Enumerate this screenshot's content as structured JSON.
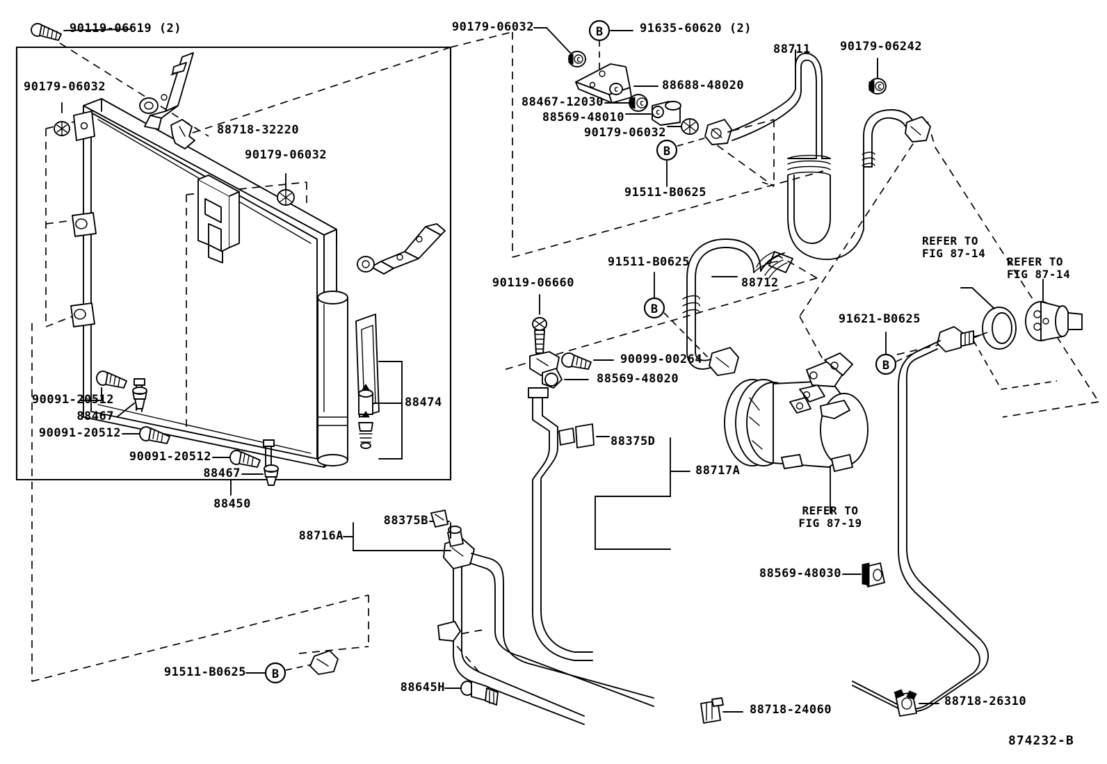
{
  "diagram": {
    "id": "874232-B",
    "title": "Toyota A/C Cooler Piping Parts Diagram",
    "sheet_code": "874232-B"
  },
  "labels": {
    "screw_top_left": "90119-06619 (2)",
    "nut_left_upper": "90179-06032",
    "clip_condenser": "88718-32220",
    "nut_center_upper": "90179-06032",
    "bolt_left_a": "90091-20512",
    "grommet_left_a": "88467",
    "bolt_left_b": "90091-20512",
    "bolt_left_c": "90091-20512",
    "grommet_left_b": "88467",
    "condenser": "88450",
    "drier_cap": "88474",
    "nut_top_right_group": "90179-06032",
    "bolt_b_top": "91635-60620 (2)",
    "bracket_top": "88688-48020",
    "grommet_top": "88467-12030",
    "clamp_top": "88569-48010",
    "nut_top_group2": "90179-06032",
    "bolt_b_mid": "91511-B0625",
    "hose_discharge": "88711",
    "nut_far_right": "90179-06242",
    "bolt_b_hose": "91511-B0625",
    "hose_suction": "88712",
    "screw_compressor": "90119-06660",
    "bolt_compressor": "90099-00264",
    "clamp_compressor": "88569-48020",
    "oring_pipe": "88375D",
    "pipe_liquid": "88717A",
    "refer_fig_87_14_a": "REFER TO\nFIG 87-14",
    "refer_fig_87_14_b": "REFER TO\nFIG 87-14",
    "refer_fig_87_19": "REFER TO\nFIG 87-19",
    "bolt_b_oring": "91621-B0625",
    "clamp_lower_right": "88569-48030",
    "oring_lower": "88375B",
    "pipe_suction_lower": "88716A",
    "bolt_b_lower_left": "91511-B0625",
    "pressure_switch": "88645H",
    "clip_lower_center": "88718-24060",
    "clip_lower_right": "88718-26310"
  },
  "refer_lines": {
    "fig_87_14_a_l1": "REFER TO",
    "fig_87_14_a_l2": "FIG 87-14",
    "fig_87_14_b_l1": "REFER TO",
    "fig_87_14_b_l2": "FIG 87-14",
    "fig_87_19_l1": "REFER TO",
    "fig_87_19_l2": "FIG 87-19"
  },
  "callout_markers": {
    "b_top": "B",
    "b_mid": "B",
    "b_hose": "B",
    "b_oring": "B",
    "b_lower_left": "B",
    "c_nut_1": "C",
    "c_nut_2": "C",
    "c_clamp": "C",
    "c_far_right": "C"
  },
  "colors": {
    "line": "#000000",
    "background": "#ffffff"
  }
}
